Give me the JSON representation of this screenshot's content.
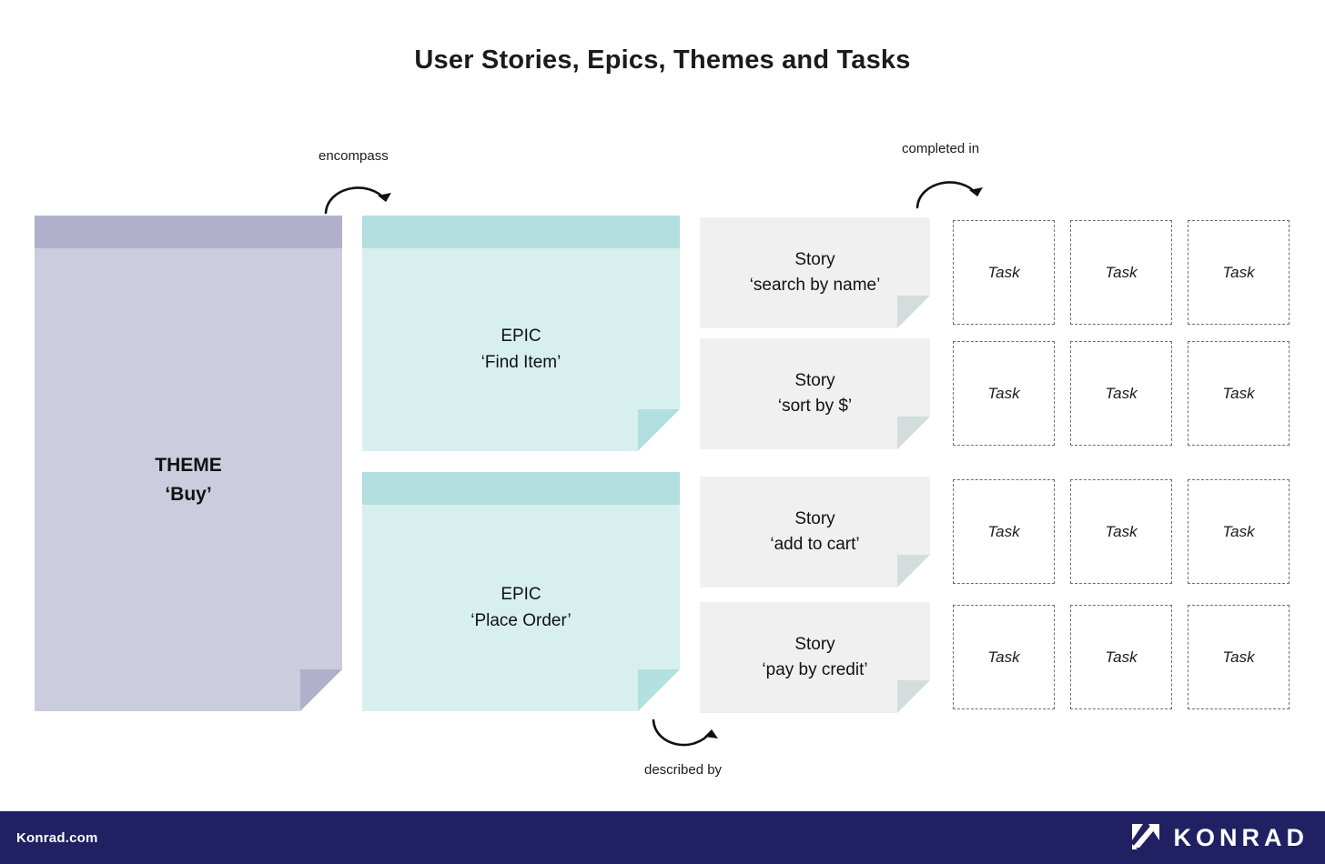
{
  "title": "User Stories, Epics, Themes and Tasks",
  "annotations": [
    {
      "id": "encompass",
      "label": "encompass",
      "arrow": "curved-arrow-right-down-icon"
    },
    {
      "id": "completed-in",
      "label": "completed in",
      "arrow": "curved-arrow-right-down-icon"
    },
    {
      "id": "described-by",
      "label": "described by",
      "arrow": "curved-arrow-up-right-icon"
    }
  ],
  "theme": {
    "kind": "THEME",
    "name": "‘Buy’",
    "band_color": "#b0b0cc",
    "body_color": "#ccccdf"
  },
  "epics": [
    {
      "kind": "EPIC",
      "name": "‘Find Item’",
      "band_color": "#b2dfdf",
      "body_color": "#d8eff0"
    },
    {
      "kind": "EPIC",
      "name": "‘Place Order’",
      "band_color": "#b2dfdf",
      "body_color": "#d8eff0"
    }
  ],
  "stories": [
    {
      "kind": "Story",
      "name": "‘search by name’",
      "body_color": "#f0f0f0",
      "fold_color": "#d3dedc"
    },
    {
      "kind": "Story",
      "name": "‘sort by $’",
      "body_color": "#f0f0f0",
      "fold_color": "#d3dedc"
    },
    {
      "kind": "Story",
      "name": "‘add to cart’",
      "body_color": "#f0f0f0",
      "fold_color": "#d3dedc"
    },
    {
      "kind": "Story",
      "name": "‘pay by credit’",
      "body_color": "#f0f0f0",
      "fold_color": "#d3dedc"
    }
  ],
  "task_label": "Task",
  "task_grid": {
    "rows": 4,
    "columns": 3
  },
  "footer": {
    "site": "Konrad.com",
    "wordmark": "KONRAD",
    "logo": "konrad-mark-icon",
    "background": "#202063"
  }
}
